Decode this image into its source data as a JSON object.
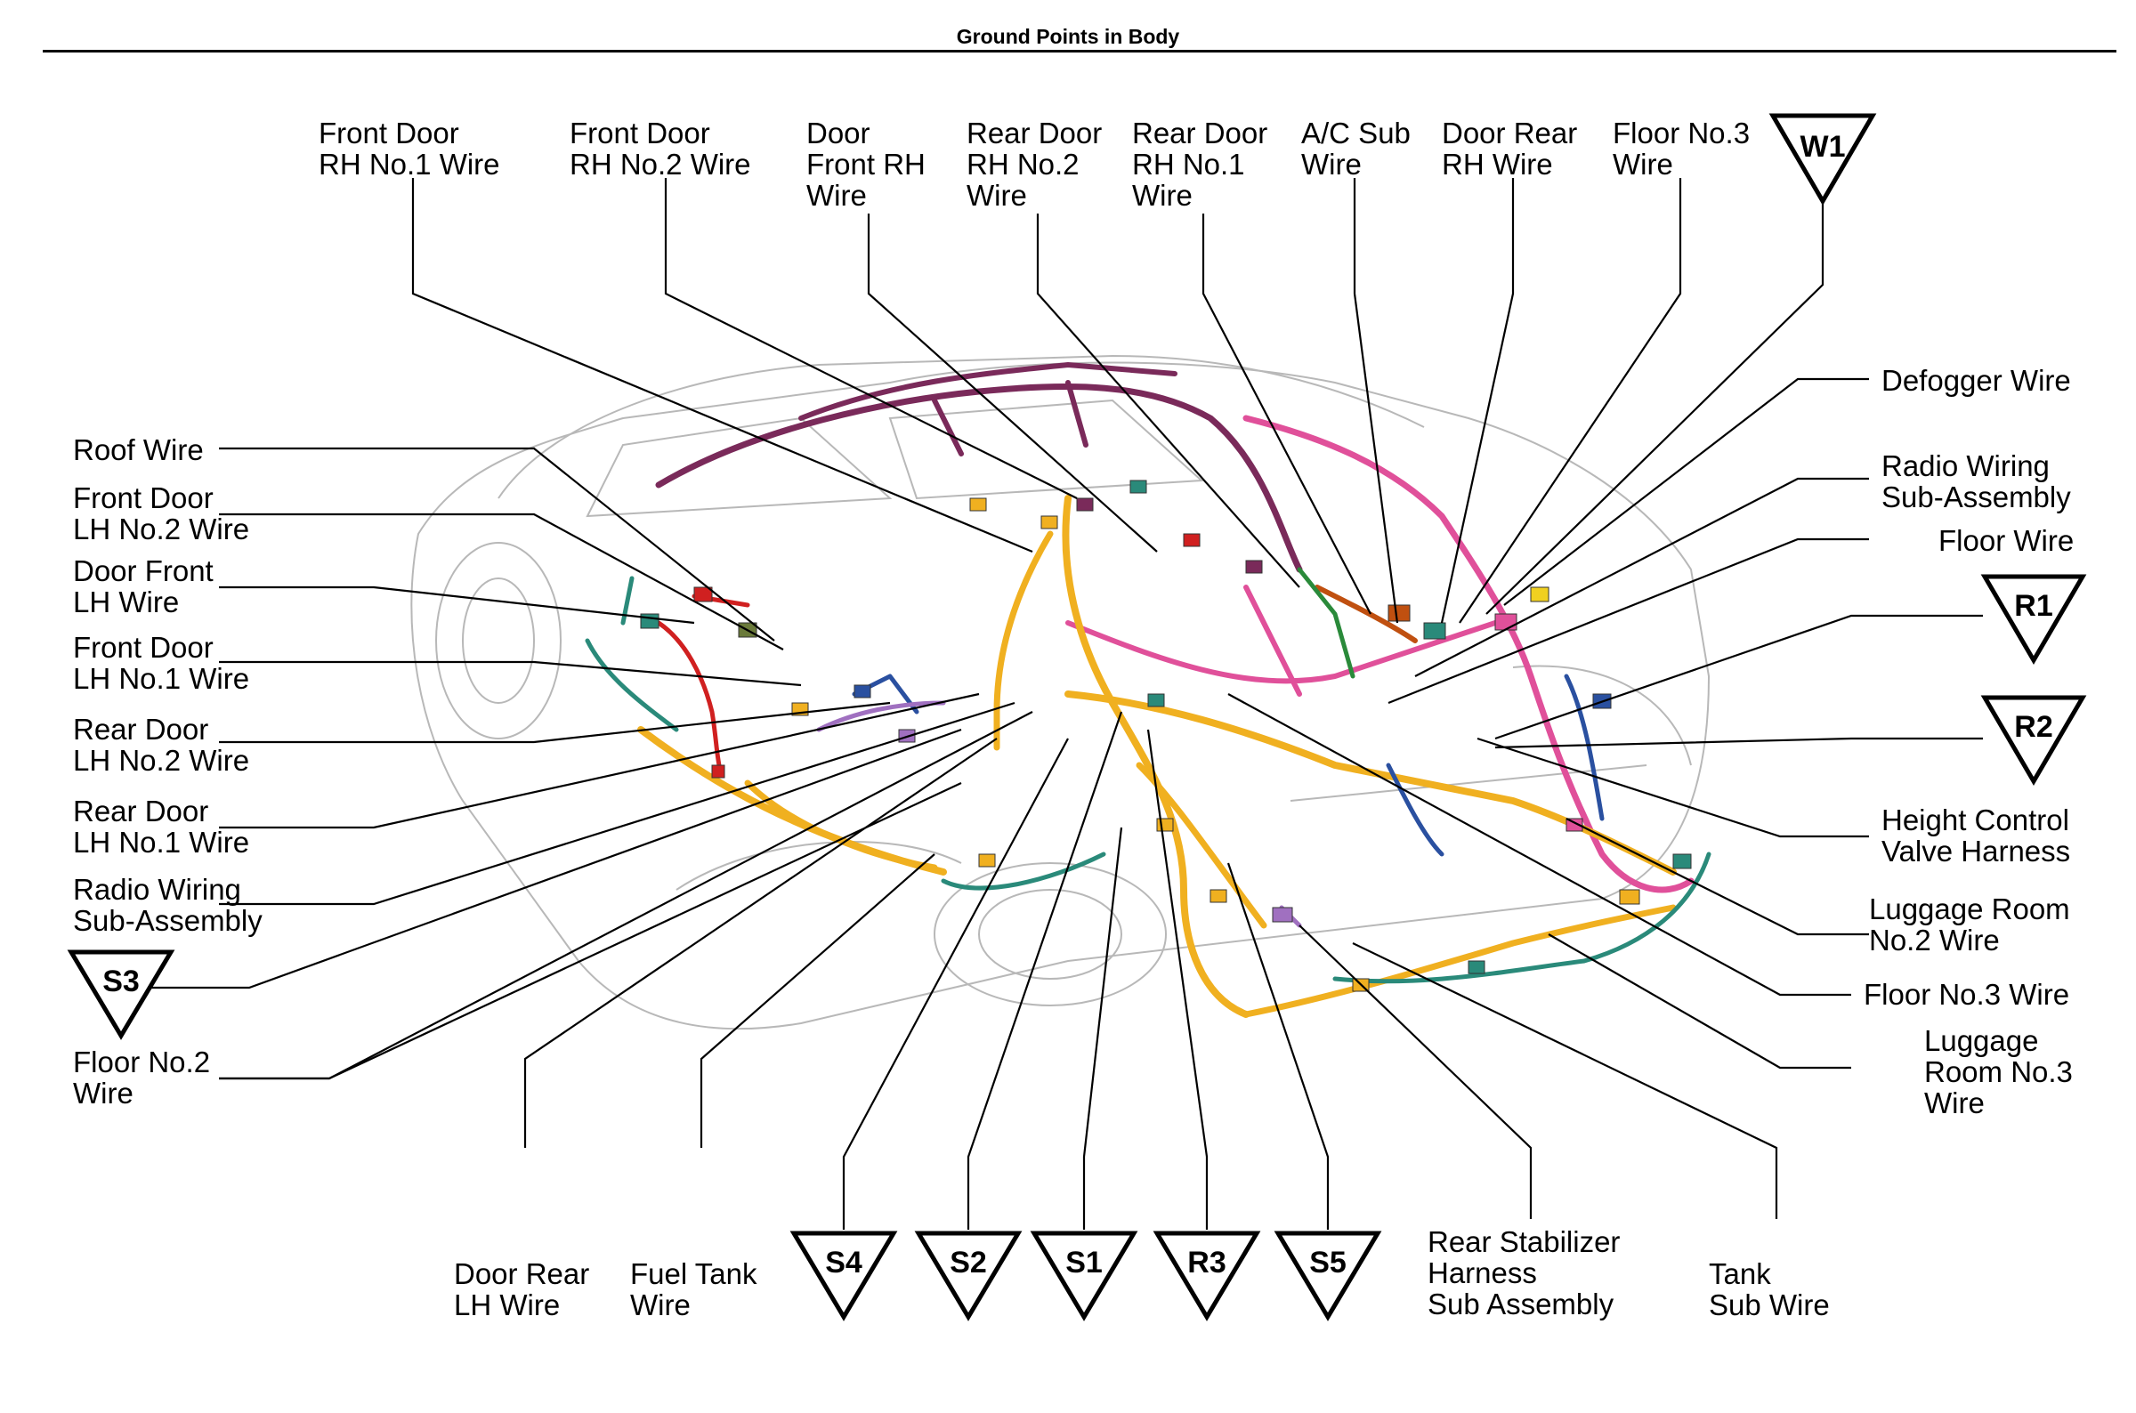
{
  "title": "Ground Points in Body",
  "labels": {
    "front_door_rh_no1": "Front Door\nRH No.1 Wire",
    "front_door_rh_no2": "Front Door\nRH No.2 Wire",
    "door_front_rh": "Door\nFront RH\nWire",
    "rear_door_rh_no2": "Rear Door\nRH No.2\nWire",
    "rear_door_rh_no1": "Rear Door\nRH No.1\nWire",
    "ac_sub": "A/C Sub\nWire",
    "door_rear_rh": "Door Rear\nRH Wire",
    "floor_no3_top": "Floor No.3\nWire",
    "defogger": "Defogger Wire",
    "radio_wiring_right": "Radio Wiring\nSub-Assembly",
    "floor_wire": "Floor Wire",
    "height_control": "Height Control\nValve Harness",
    "luggage_no2": "Luggage Room\nNo.2 Wire",
    "floor_no3_right": "Floor No.3 Wire",
    "luggage_no3": "Luggage\nRoom No.3\nWire",
    "roof_wire": "Roof Wire",
    "front_door_lh_no2": "Front Door\nLH No.2 Wire",
    "door_front_lh": "Door Front\nLH Wire",
    "front_door_lh_no1": "Front Door\nLH No.1 Wire",
    "rear_door_lh_no2": "Rear Door\nLH No.2 Wire",
    "rear_door_lh_no1": "Rear Door\nLH No.1 Wire",
    "radio_wiring_left": "Radio Wiring\nSub-Assembly",
    "floor_no2": "Floor No.2\nWire",
    "door_rear_lh": "Door Rear\nLH Wire",
    "fuel_tank": "Fuel Tank\nWire",
    "rear_stabilizer": "Rear Stabilizer\nHarness\nSub Assembly",
    "tank_sub": "Tank\nSub Wire"
  },
  "ground_points": {
    "w1": "W1",
    "r1": "R1",
    "r2": "R2",
    "s3": "S3",
    "s4": "S4",
    "s2": "S2",
    "s1": "S1",
    "r3": "R3",
    "s5": "S5"
  },
  "colors": {
    "wire_orange": "#f0b020",
    "wire_purple": "#7a2a5a",
    "wire_pink": "#e0509a",
    "wire_teal": "#2a8a7a",
    "wire_blue": "#2a50a0",
    "wire_red": "#d02020",
    "wire_lavender": "#a070c0",
    "car_outline": "#b8b8b8"
  }
}
